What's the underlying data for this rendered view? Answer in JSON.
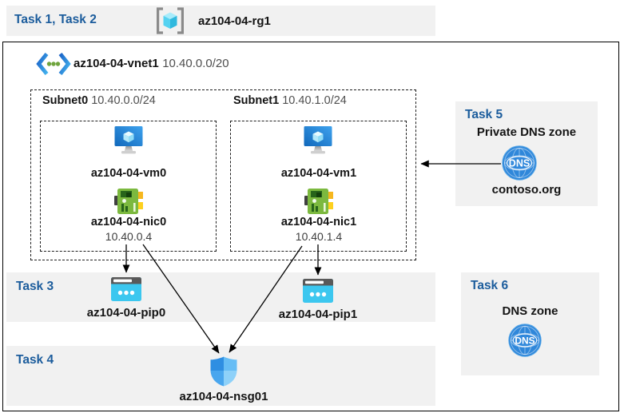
{
  "colors": {
    "task_label_blue": "#1b5c9c",
    "panel_gray": "#f1f1f1",
    "frame_black": "#000000",
    "vm_blue": "#2a8de0",
    "nic_green": "#7cb93f",
    "pip_cyan": "#3cc7ef",
    "nsg_blue": "#49a6ee",
    "dns_blue": "#2f87da"
  },
  "header": {
    "task_label": "Task 1, Task 2",
    "resource_group": {
      "icon": "resource-group-icon",
      "name": "az104-04-rg1"
    }
  },
  "vnet": {
    "icon": "virtual-network-icon",
    "name": "az104-04-vnet1",
    "cidr": "10.40.0.0/20"
  },
  "subnets": [
    {
      "name": "Subnet0",
      "cidr": "10.40.0.0/24",
      "vm": "az104-04-vm0",
      "nic": "az104-04-nic0",
      "ip": "10.40.0.4"
    },
    {
      "name": "Subnet1",
      "cidr": "10.40.1.0/24",
      "vm": "az104-04-vm1",
      "nic": "az104-04-nic1",
      "ip": "10.40.1.4"
    }
  ],
  "task3": {
    "label": "Task 3",
    "pip0": "az104-04-pip0",
    "pip1": "az104-04-pip1"
  },
  "task4": {
    "label": "Task 4",
    "nsg": "az104-04-nsg01"
  },
  "task5": {
    "label": "Task 5",
    "title": "Private DNS zone",
    "zone_name": "contoso.org",
    "icon_text": "DNS"
  },
  "task6": {
    "label": "Task 6",
    "title": "DNS zone",
    "icon_text": "DNS"
  }
}
